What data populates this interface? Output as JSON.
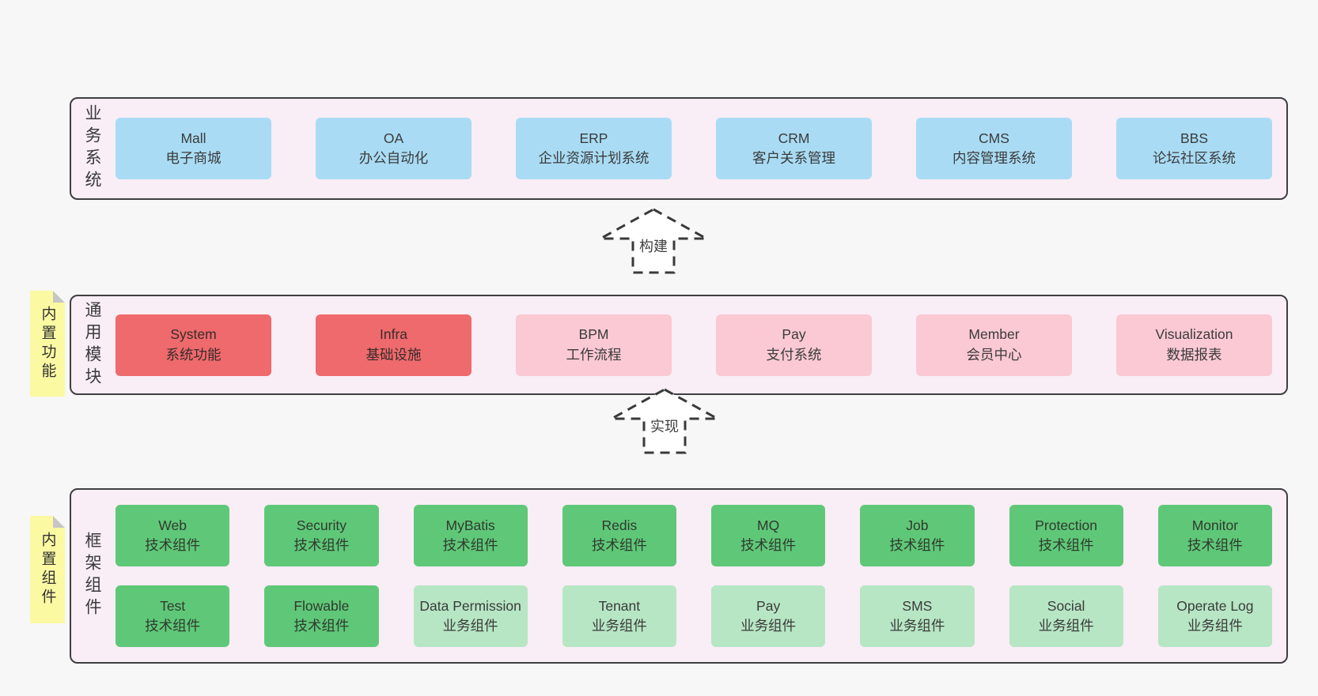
{
  "colors": {
    "page_bg": "#f7f7f7",
    "section_bg": "#f9edf6",
    "section_border": "#3f3f3f",
    "blue_box": "#a9dcf4",
    "red_box": "#ee6a6c",
    "pink_box": "#fac9d3",
    "green_box": "#5fc878",
    "light_green_box": "#b7e6c4",
    "sticky_yellow": "#fbf9a2",
    "sticky_fold": "#c6c6c6",
    "text": "#333333"
  },
  "arrows": [
    {
      "label": "构建"
    },
    {
      "label": "实现"
    }
  ],
  "sections": {
    "business": {
      "label": "业务系统",
      "boxes": [
        {
          "en": "Mall",
          "zh": "电子商城"
        },
        {
          "en": "OA",
          "zh": "办公自动化"
        },
        {
          "en": "ERP",
          "zh": "企业资源计划系统"
        },
        {
          "en": "CRM",
          "zh": "客户关系管理"
        },
        {
          "en": "CMS",
          "zh": "内容管理系统"
        },
        {
          "en": "BBS",
          "zh": "论坛社区系统"
        }
      ]
    },
    "modules": {
      "label": "通用模块",
      "sticky": "内置功能",
      "boxes": [
        {
          "en": "System",
          "zh": "系统功能"
        },
        {
          "en": "Infra",
          "zh": "基础设施"
        },
        {
          "en": "BPM",
          "zh": "工作流程"
        },
        {
          "en": "Pay",
          "zh": "支付系统"
        },
        {
          "en": "Member",
          "zh": "会员中心"
        },
        {
          "en": "Visualization",
          "zh": "数据报表"
        }
      ]
    },
    "components": {
      "label": "框架组件",
      "sticky": "内置组件",
      "row1": [
        {
          "en": "Web",
          "zh": "技术组件"
        },
        {
          "en": "Security",
          "zh": "技术组件"
        },
        {
          "en": "MyBatis",
          "zh": "技术组件"
        },
        {
          "en": "Redis",
          "zh": "技术组件"
        },
        {
          "en": "MQ",
          "zh": "技术组件"
        },
        {
          "en": "Job",
          "zh": "技术组件"
        },
        {
          "en": "Protection",
          "zh": "技术组件"
        },
        {
          "en": "Monitor",
          "zh": "技术组件"
        }
      ],
      "row2": [
        {
          "en": "Test",
          "zh": "技术组件"
        },
        {
          "en": "Flowable",
          "zh": "技术组件"
        },
        {
          "en": "Data Permission",
          "zh": "业务组件"
        },
        {
          "en": "Tenant",
          "zh": "业务组件"
        },
        {
          "en": "Pay",
          "zh": "业务组件"
        },
        {
          "en": "SMS",
          "zh": "业务组件"
        },
        {
          "en": "Social",
          "zh": "业务组件"
        },
        {
          "en": "Operate Log",
          "zh": "业务组件"
        }
      ]
    }
  }
}
